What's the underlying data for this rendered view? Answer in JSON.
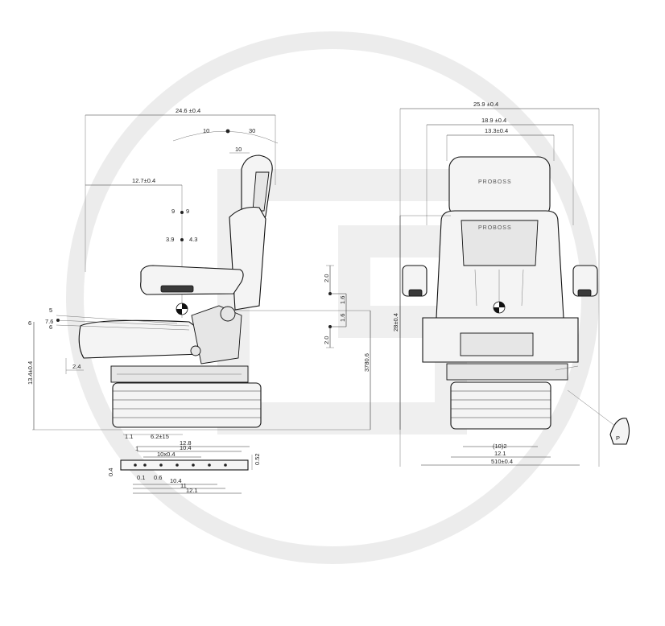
{
  "watermark": {
    "color": "#e9e9e9"
  },
  "side_view": {
    "overall_width": "24.6 ±0.4",
    "angle_left": "10",
    "angle_right": "30",
    "angle_small": "10",
    "backrest_offset": "12.7±0.4",
    "armrest_adjust_left": "9",
    "armrest_adjust_right": "9",
    "armrest_slide_left": "3.9",
    "armrest_slide_right": "4.3",
    "cushion_tilt_a": "6",
    "cushion_tilt_b": "7.6",
    "cushion_tilt_c": "5",
    "cushion_tilt_d": "6",
    "height_left": "13.4±0.4",
    "height_right": "3780.6",
    "front_offset": "2.4",
    "base_edge": "1.1",
    "slide_travel": "6.2±15",
    "vertical_upper": "2.0",
    "vertical_right": "1.6",
    "vertical_mid": "1.6",
    "vertical_lower": "2.0"
  },
  "rail_view": {
    "length_outer": "12.8",
    "length_inner": "10.4",
    "tick": "1",
    "slot_span": "10x0.4",
    "height": "0.52",
    "thickness": "0.4",
    "hole_a": "0.1",
    "hole_b": "0.6",
    "span_10": "10.4",
    "span_11": "11",
    "span_12": "12.1"
  },
  "front_view": {
    "overall_width": "25.9 ±0.4",
    "back_width": "18.9 ±0.4",
    "head_width": "13.3±0.4",
    "brand_top": "PROBOSS",
    "brand_bottom": "PROBOSS",
    "height": "28±0.4",
    "bellows_inner": "(10)2",
    "base_width": "12.1",
    "base_overall": "510±0.4"
  }
}
